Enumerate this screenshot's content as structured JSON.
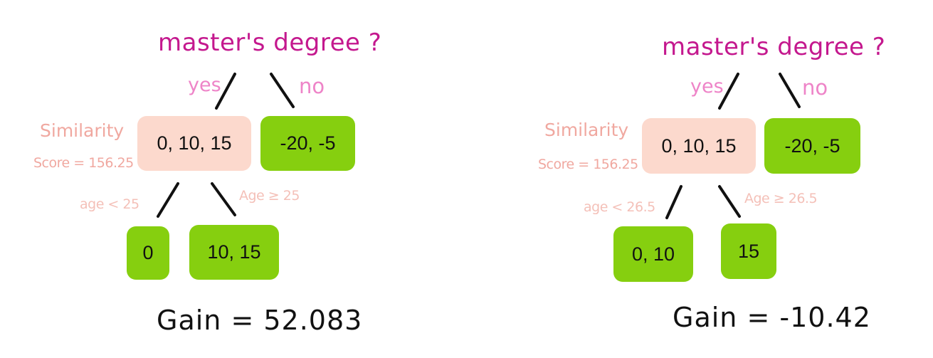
{
  "trees": [
    {
      "question": "master's degree ?",
      "yes_label": "yes",
      "no_label": "no",
      "similarity_label": "Similarity",
      "similarity_score": "Score = 156.25",
      "root_values": "0, 10, 15",
      "no_values": "-20, -5",
      "left_condition": "age < 25",
      "right_condition": "Age ≥ 25",
      "left_leaf": "0",
      "right_leaf": "10, 15",
      "gain": "Gain = 52.083"
    },
    {
      "question": "master's degree ?",
      "yes_label": "yes",
      "no_label": "no",
      "similarity_label": "Similarity",
      "similarity_score": "Score = 156.25",
      "root_values": "0, 10, 15",
      "no_values": "-20, -5",
      "left_condition": "age < 26.5",
      "right_condition": "Age ≥ 26.5",
      "left_leaf": "0, 10",
      "right_leaf": "15",
      "gain": "Gain = -10.42"
    }
  ],
  "colors": {
    "question": "#c4188e",
    "branch_label": "#ee84c8",
    "similarity": "#f0a8a0",
    "condition": "#f4c0b8",
    "pink_node": "#fcd9cd",
    "green_node": "#86cf0f",
    "ink": "#111111"
  }
}
